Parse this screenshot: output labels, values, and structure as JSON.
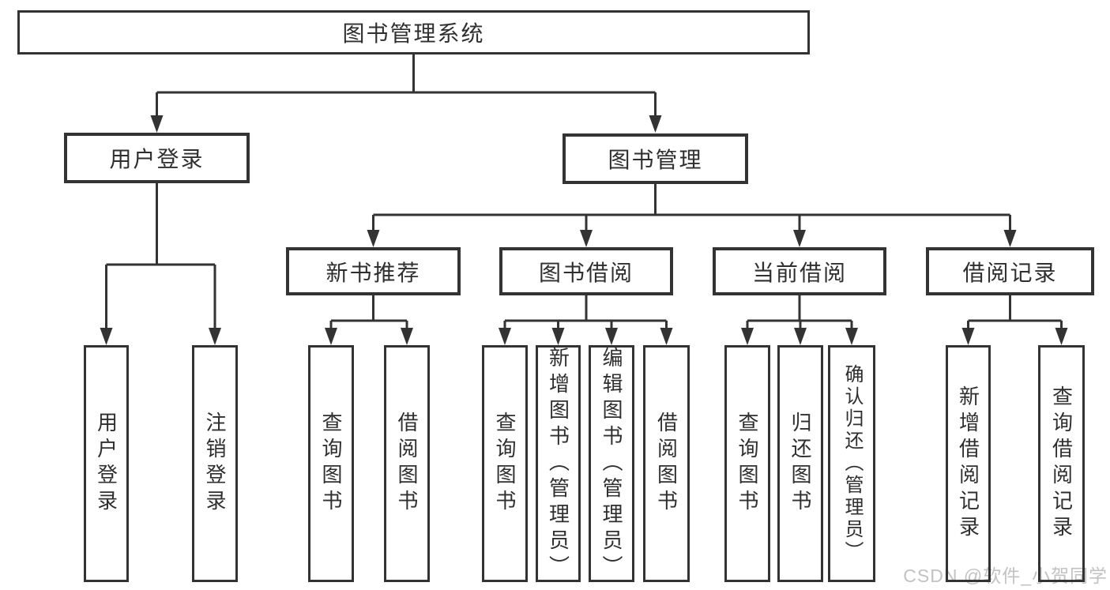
{
  "diagram": {
    "root": {
      "label": "图书管理系统"
    },
    "level1": [
      {
        "label": "用户登录",
        "children": [
          {
            "label": "用户登录"
          },
          {
            "label": "注销登录"
          }
        ]
      },
      {
        "label": "图书管理",
        "children": [
          {
            "label": "新书推荐",
            "children": [
              {
                "label": "查询图书"
              },
              {
                "label": "借阅图书"
              }
            ]
          },
          {
            "label": "图书借阅",
            "children": [
              {
                "label": "查询图书"
              },
              {
                "label": "新增图书（管理员）"
              },
              {
                "label": "编辑图书（管理员）"
              },
              {
                "label": "借阅图书"
              }
            ]
          },
          {
            "label": "当前借阅",
            "children": [
              {
                "label": "查询图书"
              },
              {
                "label": "归还图书"
              },
              {
                "label": "确认归还（管理员）"
              }
            ]
          },
          {
            "label": "借阅记录",
            "children": [
              {
                "label": "新增借阅记录"
              },
              {
                "label": "查询借阅记录"
              }
            ]
          }
        ]
      }
    ]
  },
  "watermark": {
    "text": "CSDN @软件_小贺同学"
  },
  "colors": {
    "line": "#333333",
    "box_border": "#333333",
    "text": "#2f2f2f",
    "background": "#ffffff",
    "watermark": "#c2c2c2"
  }
}
